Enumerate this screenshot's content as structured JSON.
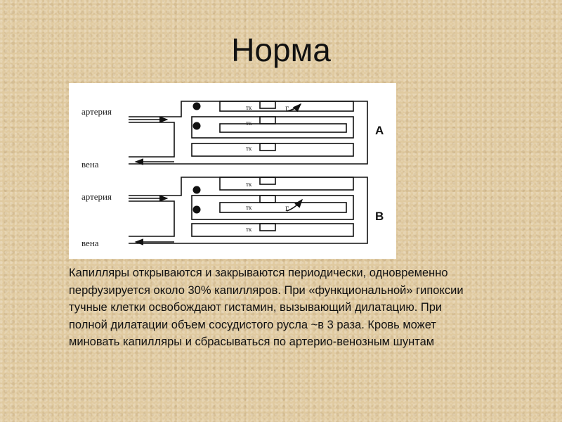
{
  "slide": {
    "title": "Норма",
    "body": "Капилляры открываются и закрываются периодически, одновременно перфузируется около 30% капилляров. При «функциональной» гипоксии тучные клетки освобождают гистамин, вызывающий дилатацию. При полной дилатации объем сосудистого русла ~в 3 раза. Кровь может миновать капилляры и сбрасываться по артерио-венозным шунтам"
  },
  "diagram": {
    "artery_label": "артерия",
    "vein_label": "вена",
    "cell_label": "тк",
    "gamma_label": "Г",
    "section_a": "А",
    "section_b": "В"
  }
}
